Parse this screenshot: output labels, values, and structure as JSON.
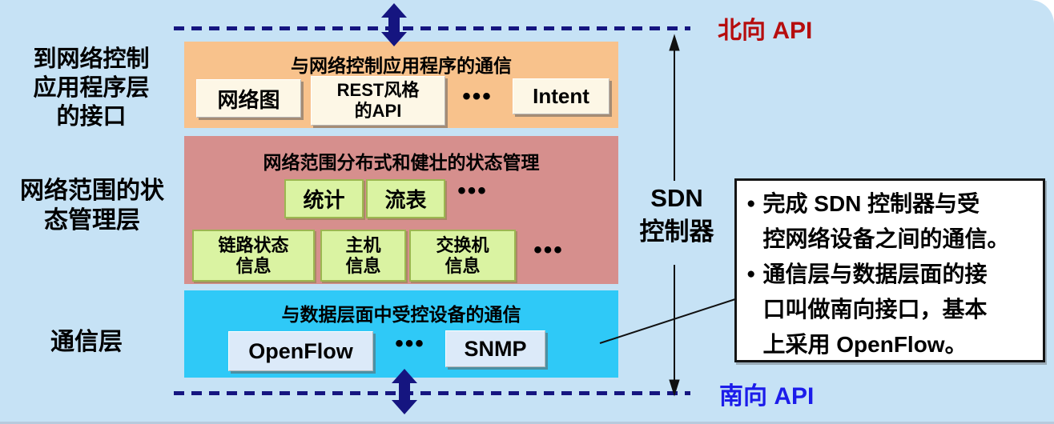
{
  "colors": {
    "background": "#c6e2f5",
    "app_layer_fill": "#f8c28c",
    "state_layer_fill": "#d68f8d",
    "comm_layer_fill": "#2fc9f7",
    "green_chip_fill": "#daf3a2",
    "cream_chip_fill": "#fdf7e6",
    "blue_chip_fill": "#dceaf9",
    "dashed_line_navy": "#151580",
    "north_api_red": "#b60d0e",
    "south_api_blue": "#1c1cea"
  },
  "north_api_label": "北向 API",
  "south_api_label": "南向 API",
  "left_labels": {
    "app_interface": "到网络控制\n应用程序层\n的接口",
    "state_mgmt": "网络范围的状\n态管理层",
    "comm": "通信层"
  },
  "sdn_controller_label": "SDN\n控制器",
  "layers": {
    "app": {
      "title": "与网络控制应用程序的通信",
      "items": [
        "网络图",
        "REST风格\n的API",
        "•••",
        "Intent"
      ]
    },
    "state": {
      "title": "网络范围分布式和健壮的状态管理",
      "row1": [
        "统计",
        "流表",
        "•••"
      ],
      "row2": [
        "链路状态\n信息",
        "主机\n信息",
        "交换机\n信息",
        "•••"
      ]
    },
    "comm": {
      "title": "与数据层面中受控设备的通信",
      "items": [
        "OpenFlow",
        "•••",
        "SNMP"
      ]
    }
  },
  "note_box": {
    "bullet_glyph": "●",
    "bullets": [
      "完成 SDN 控制器与受\n控网络设备之间的通信。",
      "通信层与数据层面的接\n口叫做南向接口，基本\n上采用 OpenFlow。"
    ]
  }
}
